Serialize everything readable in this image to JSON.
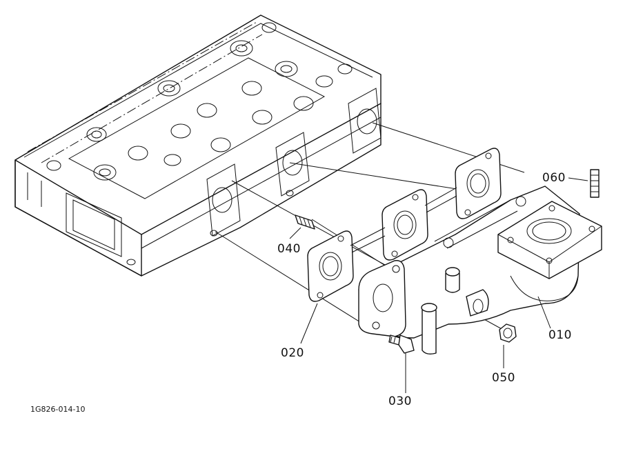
{
  "parts": [
    {
      "id": "010"
    },
    {
      "id": "020"
    },
    {
      "id": "030"
    },
    {
      "id": "040"
    },
    {
      "id": "050"
    },
    {
      "id": "060"
    }
  ],
  "drawing_code": "1G826-014-10"
}
